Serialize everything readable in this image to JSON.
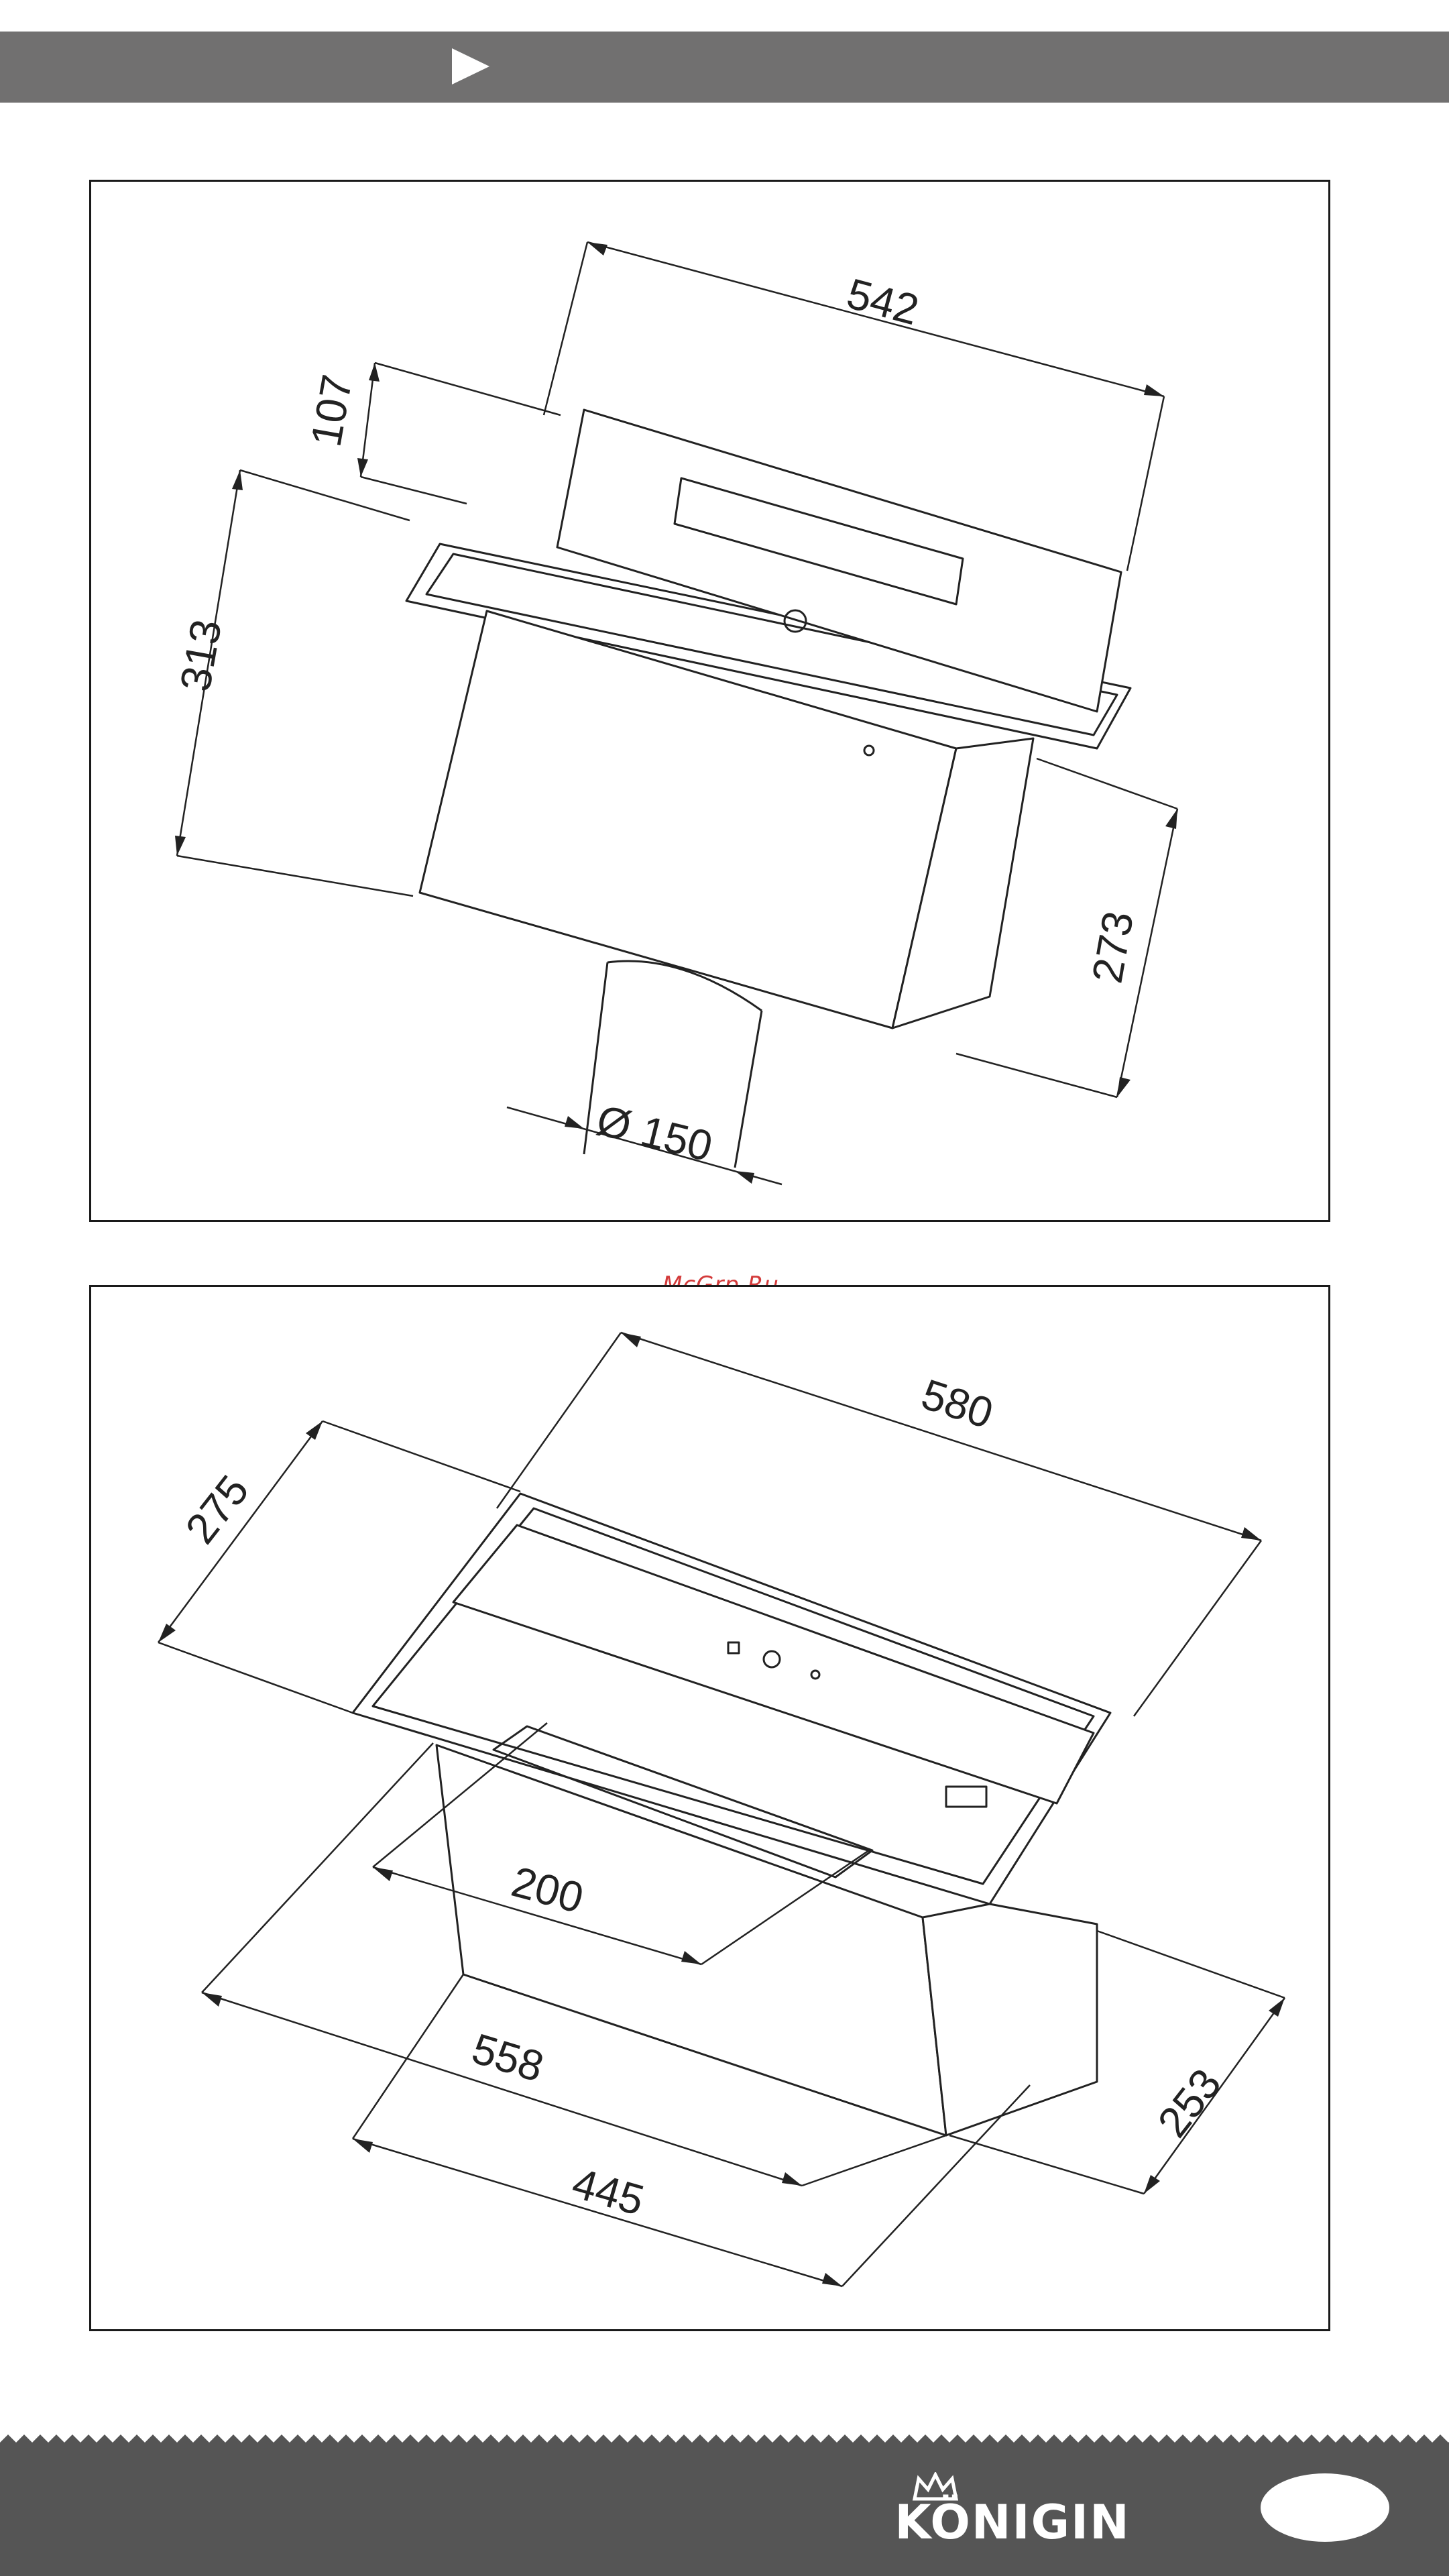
{
  "header": {
    "arrow_icon": "play-arrow-icon",
    "bar_color": "#717070"
  },
  "figure1": {
    "dims": {
      "width": "542",
      "lip_height": "107",
      "total_height": "313",
      "body_depth": "273",
      "duct_diameter": "Ø 150"
    }
  },
  "figure2": {
    "dims": {
      "width": "580",
      "depth": "275",
      "cutout_slot": "200",
      "body_width": "558",
      "body_base": "445",
      "body_depth": "253"
    }
  },
  "watermark": "McGrp.Ru",
  "footer": {
    "brand": "KÖNIGIN",
    "page_number": "",
    "bar_color": "#555555"
  }
}
